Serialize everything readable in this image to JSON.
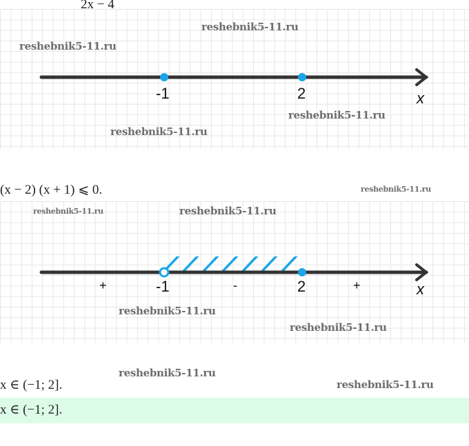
{
  "top_expression": "2x − 4",
  "inequality": "(x − 2) (x + 1)  ⩽  0.",
  "diagram1": {
    "points": [
      "-1",
      "2"
    ],
    "axis_label": "x"
  },
  "diagram2": {
    "points": [
      "-1",
      "2"
    ],
    "axis_label": "x",
    "signs": [
      "+",
      "-",
      "+"
    ],
    "interval": {
      "from": -1,
      "to": 2,
      "left_open": true,
      "right_closed": true
    }
  },
  "result": "x ∈ (−1;  2].",
  "answer": "x ∈ (−1;  2].",
  "watermark": "reshebnik5-11.ru",
  "colors": {
    "accent": "#1aa6e8",
    "answer_bg": "#dcfce8"
  }
}
